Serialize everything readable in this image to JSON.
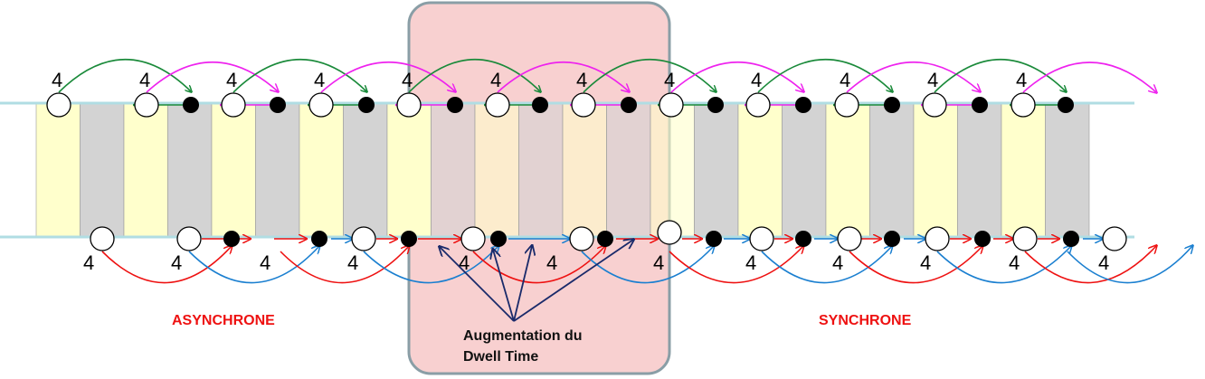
{
  "labels": {
    "async": "ASYNCHRONE",
    "sync": "SYNCHRONE",
    "dwell_line1": "Augmentation du",
    "dwell_line2": "Dwell Time"
  },
  "stop_number": "4",
  "colors": {
    "yellow_block": "#ffffcc",
    "gray_block": "#d3d3d3",
    "track": "#b0dde3",
    "highlight_fill": "#f8d0d0",
    "highlight_stroke": "#8a9ea6",
    "green_arc": "#1a8a3a",
    "magenta_arc": "#ee22ee",
    "red_arc": "#ee1111",
    "blue_arc": "#1a7fd0",
    "pointer_arrow": "#1a2a6a"
  }
}
